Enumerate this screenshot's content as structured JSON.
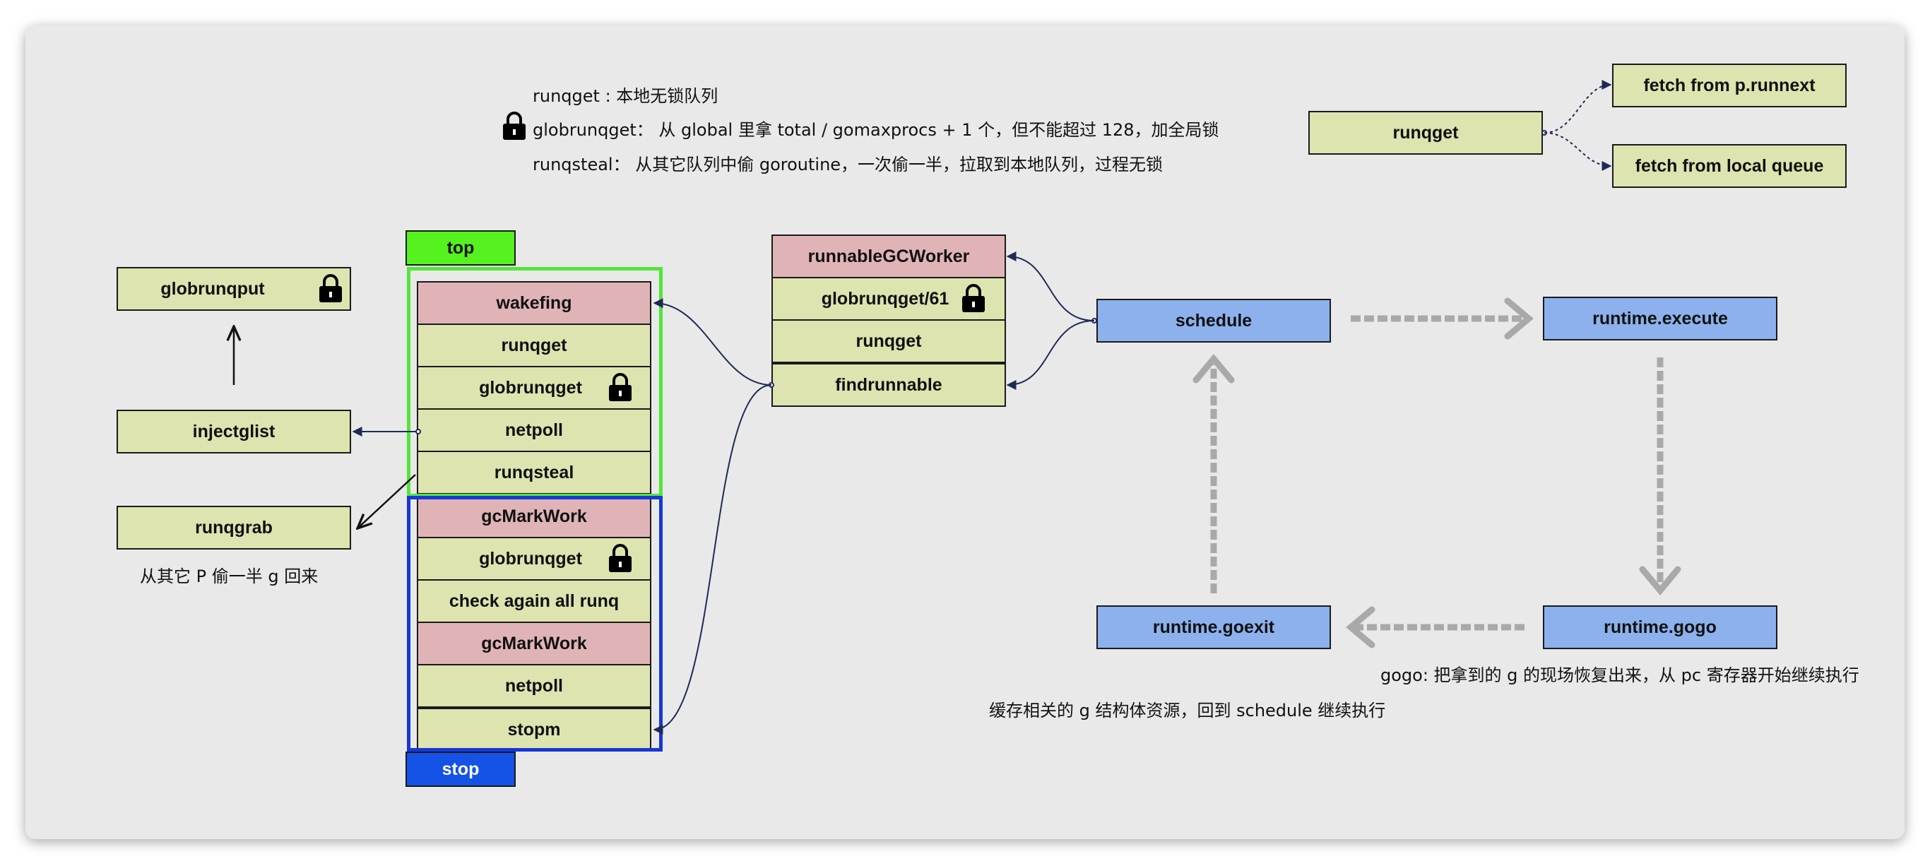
{
  "legend": {
    "runqget": "runqget : 本地无锁队列",
    "globrunqget": "globrunqget： 从 global 里拿 total / gomaxprocs + 1 个，但不能超过 128，加全局锁",
    "runqsteal": "runqsteal： 从其它队列中偷 goroutine，一次偷一半，拉取到本地队列，过程无锁"
  },
  "runqget_fetch": {
    "source": "runqget",
    "targets": [
      "fetch from p.runnext",
      "fetch from local queue"
    ]
  },
  "left": {
    "globrunqput": "globrunqput",
    "injectglist": "injectglist",
    "runqgrab": "runqgrab",
    "runqgrab_note": "从其它 P 偷一半 g 回来"
  },
  "stack": {
    "top_tag": "top",
    "stop_tag": "stop",
    "top_items": [
      "wakefing",
      "runqget",
      "globrunqget",
      "netpoll",
      "runqsteal"
    ],
    "stop_items": [
      "gcMarkWork",
      "globrunqget",
      "check again all runq",
      "gcMarkWork",
      "netpoll",
      "stopm"
    ]
  },
  "findrunnable_block": {
    "items": [
      "runnableGCWorker",
      "globrunqget/61",
      "runqget",
      "findrunnable"
    ]
  },
  "loop": {
    "schedule": "schedule",
    "execute": "runtime.execute",
    "gogo": "runtime.gogo",
    "goexit": "runtime.goexit",
    "gogo_note": "gogo: 把拿到的 g 的现场恢复出来，从 pc 寄存器开始继续执行",
    "goexit_note": "缓存相关的 g 结构体资源，回到 schedule 继续执行"
  },
  "icons": [
    "lock-icon"
  ],
  "colors": {
    "green_box": "#dde4b0",
    "pink_box": "#e0b4b7",
    "blue_box": "#8cb1ed",
    "top_tag": "#55f21f",
    "stop_tag": "#1552e6",
    "frame_green": "#52e639",
    "frame_blue": "#1638d6",
    "arrow_gray": "#a9a9a9",
    "connector": "#1e2a55"
  }
}
